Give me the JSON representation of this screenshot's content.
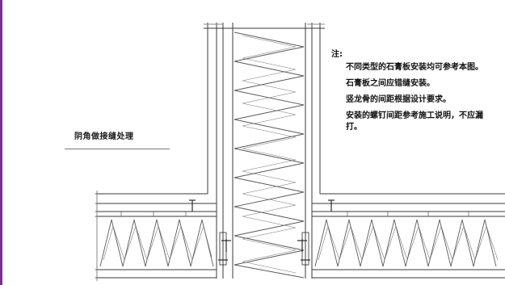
{
  "colors": {
    "frame_accent": "#7b2f8f",
    "line": "#3a3a3a",
    "insulation": "#5a5a5a",
    "background": "#ffffff"
  },
  "drawing": {
    "corner_label": "阴角做接缝处理"
  },
  "notes": {
    "heading": "注:",
    "items": [
      "不同类型的石膏板安装均可参考本图。",
      "石膏板之间应错缝安装。",
      "竖龙骨的间距根据设计要求。",
      "安装的螺钉间距参考施工说明，不应漏打。"
    ]
  }
}
